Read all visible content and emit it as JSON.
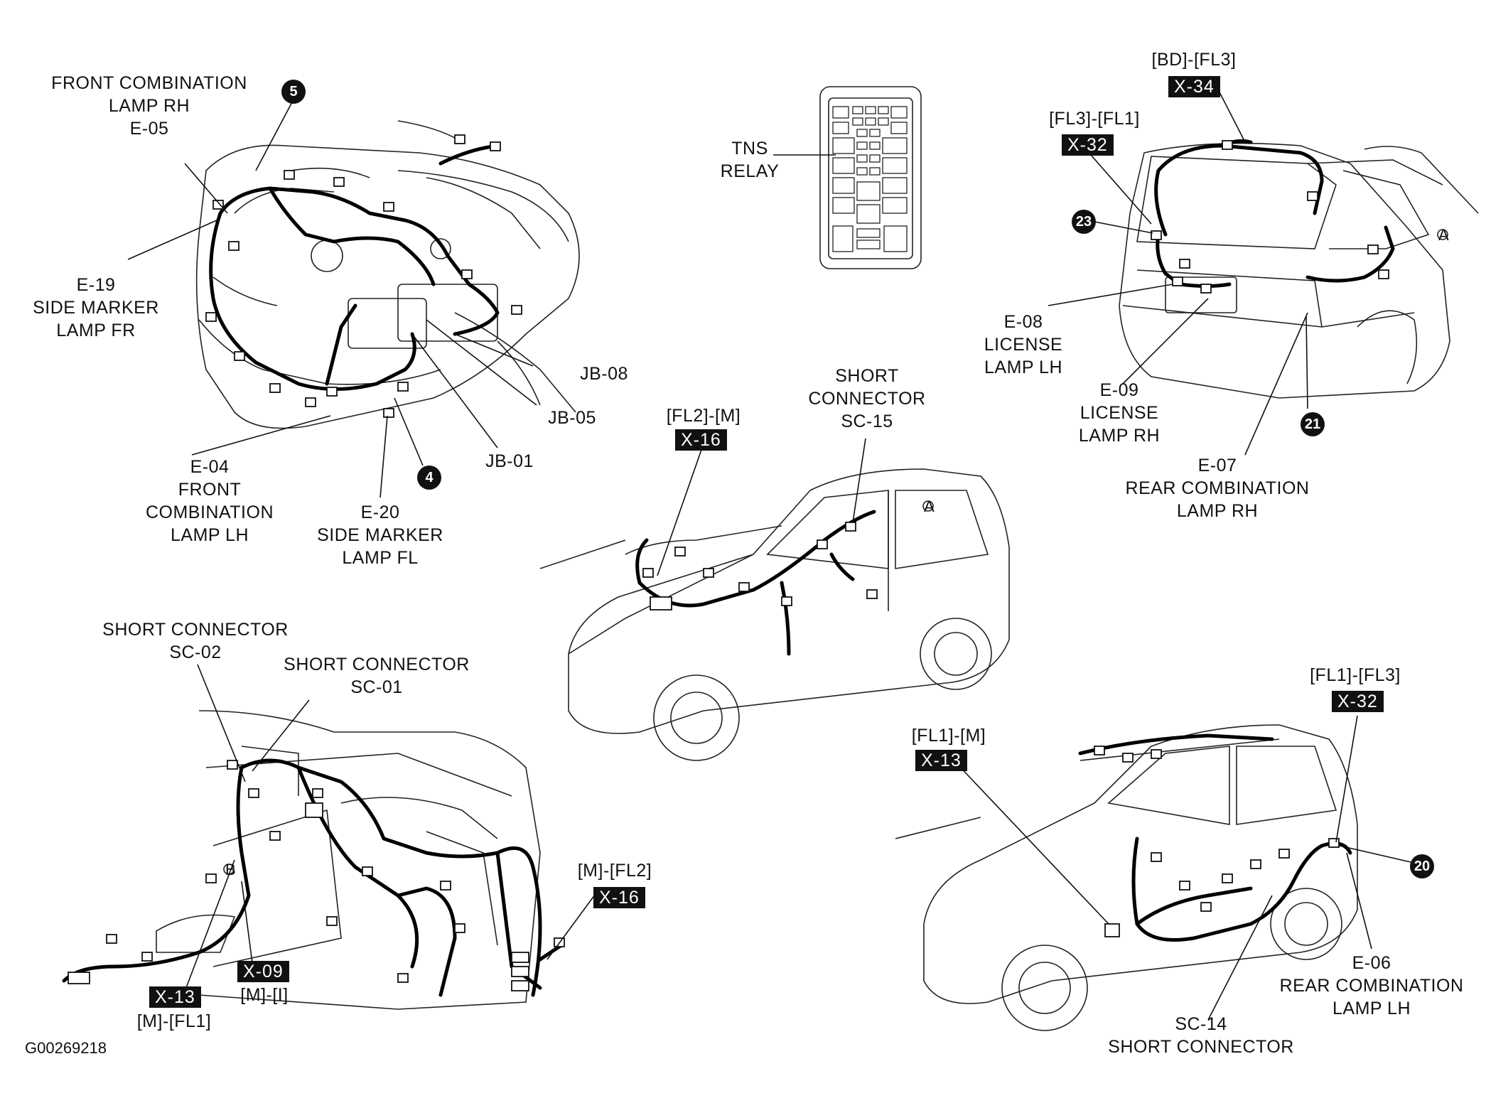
{
  "diagram_id": "G00269218",
  "engine_view": {
    "labels": {
      "e05": "FRONT COMBINATION\nLAMP RH\nE-05",
      "e19": "E-19\nSIDE MARKER\nLAMP FR",
      "e04": "E-04\nFRONT\nCOMBINATION\nLAMP LH",
      "e20": "E-20\nSIDE MARKER\nLAMP FL",
      "jb08": "JB-08",
      "jb05": "JB-05",
      "jb01": "JB-01"
    },
    "callouts": {
      "c5": "5",
      "c4": "4"
    }
  },
  "relay_box": {
    "label": "TNS\nRELAY"
  },
  "rear_view": {
    "labels": {
      "e08": "E-08\nLICENSE\nLAMP LH",
      "e09": "E-09\nLICENSE\nLAMP RH",
      "e07": "E-07\nREAR COMBINATION\nLAMP RH",
      "bd_fl3": "[BD]-[FL3]",
      "fl3_fl1": "[FL3]-[FL1]"
    },
    "tags": {
      "x34": "X-34",
      "x32": "X-32"
    },
    "callouts": {
      "c23": "23",
      "c21": "21"
    },
    "marker": "A"
  },
  "side_view_top": {
    "labels": {
      "fl2_m": "[FL2]-[M]",
      "sc15": "SHORT\nCONNECTOR\nSC-15"
    },
    "tags": {
      "x16": "X-16"
    },
    "marker": "A"
  },
  "dash_view": {
    "labels": {
      "sc02": "SHORT CONNECTOR\nSC-02",
      "sc01": "SHORT CONNECTOR\nSC-01",
      "m_fl2": "[M]-[FL2]",
      "m_i": "[M]-[I]",
      "m_fl1": "[M]-[FL1]"
    },
    "tags": {
      "x16": "X-16",
      "x09": "X-09",
      "x13": "X-13"
    },
    "marker": "B"
  },
  "side_view_bottom": {
    "labels": {
      "fl1_m": "[FL1]-[M]",
      "fl1_fl3": "[FL1]-[FL3]",
      "e06": "E-06\nREAR COMBINATION\nLAMP LH",
      "sc14": "SC-14\nSHORT CONNECTOR"
    },
    "tags": {
      "x13": "X-13",
      "x32": "X-32"
    },
    "callouts": {
      "c20": "20"
    }
  }
}
